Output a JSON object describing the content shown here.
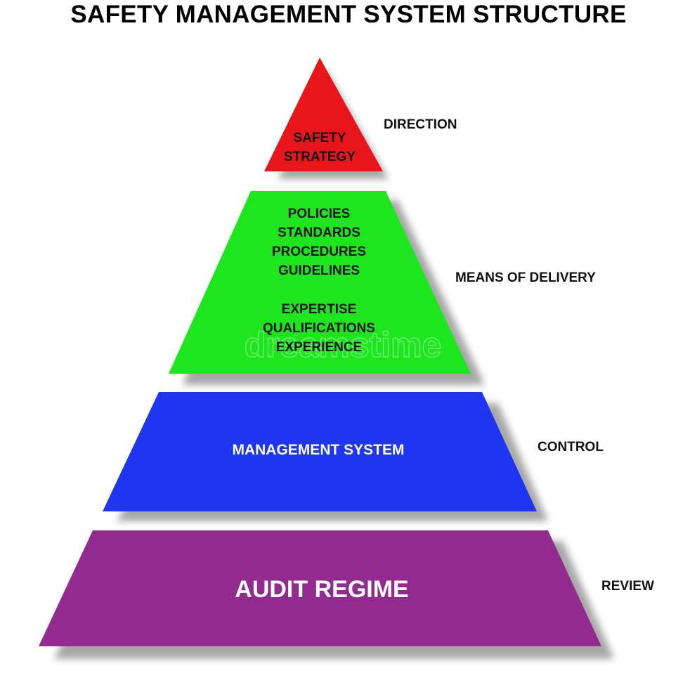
{
  "title": "SAFETY MANAGEMENT SYSTEM STRUCTURE",
  "levels": [
    {
      "name": "strategy",
      "color": "#e8151b",
      "text_color": "#111111",
      "lines": [
        "SAFETY",
        "STRATEGY"
      ],
      "side_label": "DIRECTION"
    },
    {
      "name": "delivery",
      "color": "#1ee61e",
      "text_color": "#111111",
      "lines": [
        "POLICIES",
        "STANDARDS",
        "PROCEDURES",
        "GUIDELINES",
        "EXPERTISE",
        "QUALIFICATIONS",
        "EXPERIENCE"
      ],
      "side_label": "MEANS OF DELIVERY"
    },
    {
      "name": "management",
      "color": "#1e36f0",
      "text_color": "#ffffff",
      "lines": [
        "MANAGEMENT SYSTEM"
      ],
      "side_label": "CONTROL"
    },
    {
      "name": "audit",
      "color": "#932a8f",
      "text_color": "#ffffff",
      "lines": [
        "AUDIT REGIME"
      ],
      "side_label": "REVIEW"
    }
  ],
  "watermark": "dreamstime"
}
